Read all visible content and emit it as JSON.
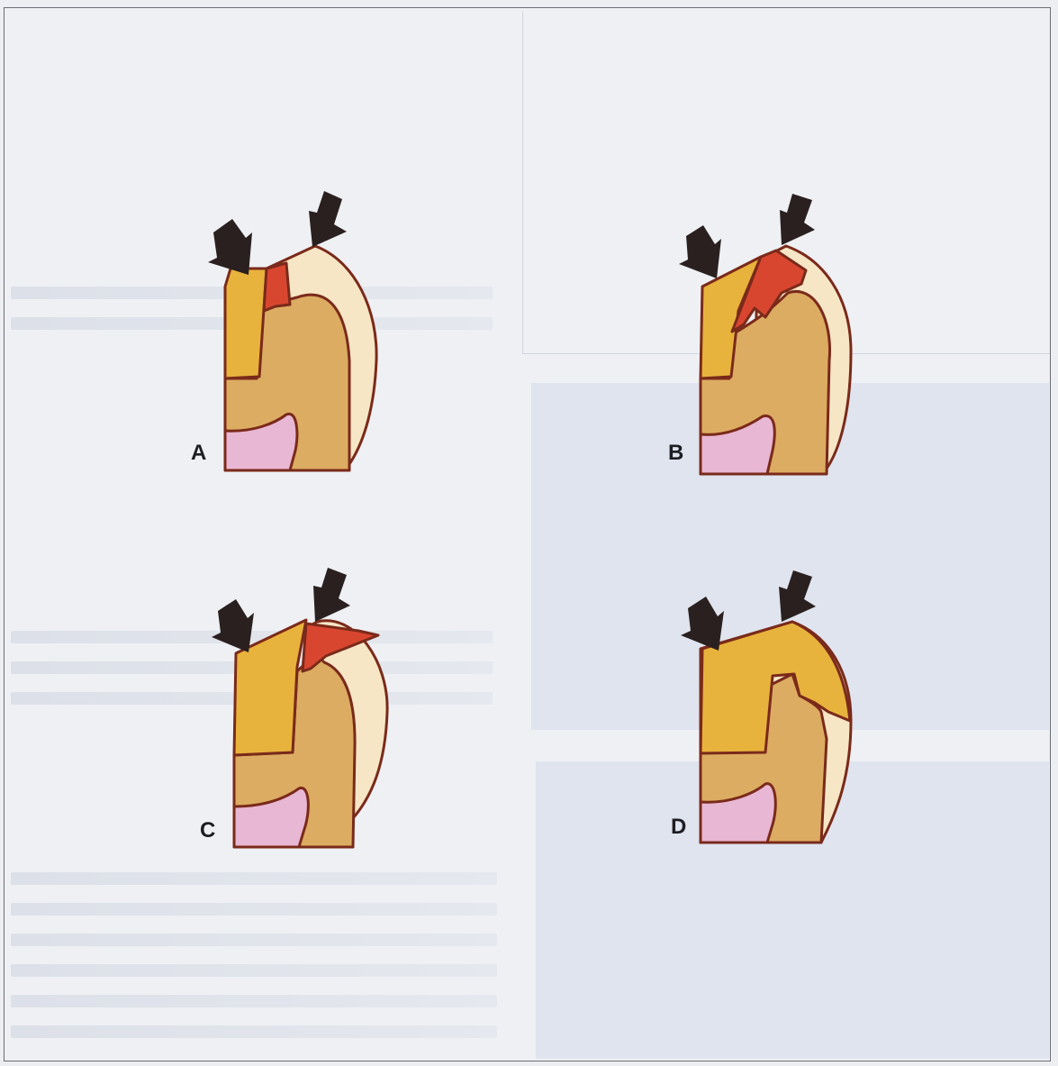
{
  "panels": [
    {
      "id": "A",
      "label": "A"
    },
    {
      "id": "B",
      "label": "B"
    },
    {
      "id": "C",
      "label": "C"
    },
    {
      "id": "D",
      "label": "D"
    }
  ],
  "colors": {
    "enamel": "#f6e6c6",
    "dentin": "#dcac62",
    "restoration": "#e8b33c",
    "pulp": "#e8b7d4",
    "fracture": "#d94630",
    "outline": "#7a2a1a",
    "arrow": "#2a2020"
  },
  "icons": {
    "force_arrow": "arrow-icon"
  }
}
